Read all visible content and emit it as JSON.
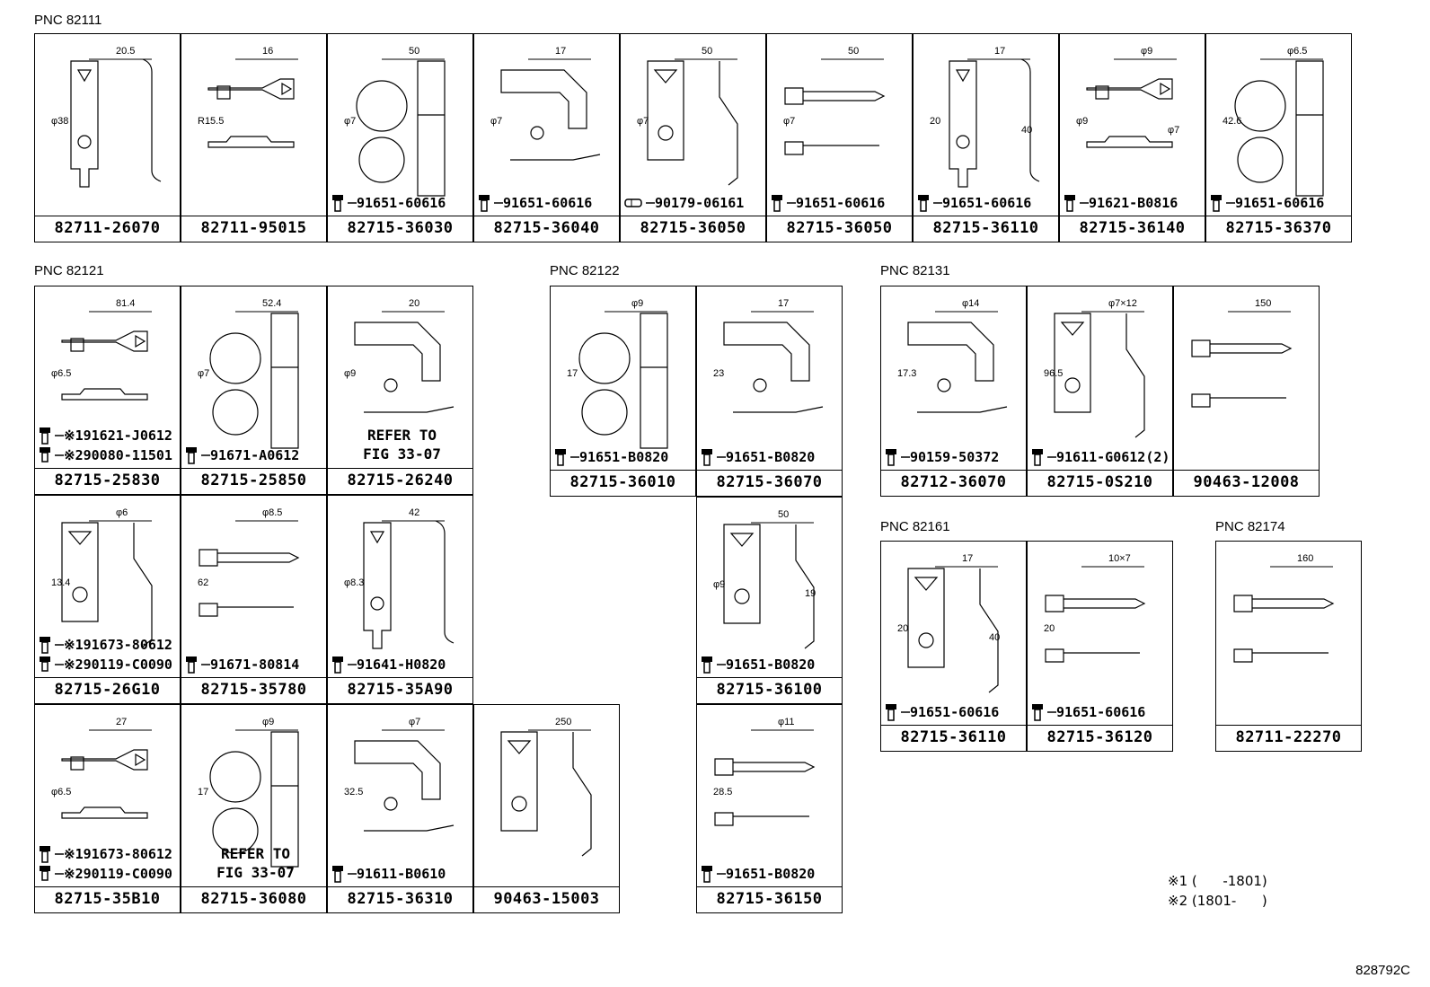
{
  "groups": [
    {
      "pnc": "PNC 82111",
      "cells": [
        {
          "part": "82711-26070",
          "dims": [
            "20.5",
            "φ38"
          ]
        },
        {
          "part": "82711-95015",
          "dims": [
            "16",
            "R15.5"
          ]
        },
        {
          "part": "82715-36030",
          "dims": [
            "50",
            "φ7"
          ],
          "fasteners": [
            {
              "text": "91651-60616",
              "icon": "bolt"
            }
          ]
        },
        {
          "part": "82715-36040",
          "dims": [
            "17",
            "φ7"
          ],
          "fasteners": [
            {
              "text": "91651-60616",
              "icon": "bolt"
            }
          ]
        },
        {
          "part": "82715-36050",
          "dims": [
            "50",
            "φ7"
          ],
          "fasteners": [
            {
              "text": "90179-06161",
              "icon": "nut"
            }
          ]
        },
        {
          "part": "82715-36050",
          "dims": [
            "50",
            "φ7"
          ],
          "fasteners": [
            {
              "text": "91651-60616",
              "icon": "bolt"
            }
          ]
        },
        {
          "part": "82715-36110",
          "dims": [
            "17",
            "20",
            "40"
          ],
          "fasteners": [
            {
              "text": "91651-60616",
              "icon": "bolt"
            }
          ]
        },
        {
          "part": "82715-36140",
          "dims": [
            "φ9",
            "φ9",
            "φ7"
          ],
          "fasteners": [
            {
              "text": "91621-B0816",
              "icon": "bolt"
            }
          ]
        },
        {
          "part": "82715-36370",
          "dims": [
            "φ6.5",
            "42.6"
          ],
          "fasteners": [
            {
              "text": "91651-60616",
              "icon": "bolt"
            }
          ]
        }
      ]
    },
    {
      "pnc": "PNC 82121",
      "cells": [
        {
          "part": "82715-25830",
          "dims": [
            "81.4",
            "φ6.5"
          ],
          "fasteners": [
            {
              "text": "※191621-J0612",
              "icon": "bolt"
            },
            {
              "text": "※290080-11501",
              "icon": "bolt-small"
            }
          ]
        },
        {
          "part": "82715-25850",
          "dims": [
            "52.4",
            "φ7"
          ],
          "fasteners": [
            {
              "text": "91671-A0612",
              "icon": "bolt"
            }
          ]
        },
        {
          "part": "82715-26240",
          "dims": [
            "20",
            "φ9"
          ],
          "refer": [
            "REFER TO",
            "FIG 33-07"
          ]
        },
        {
          "part": "82715-26G10",
          "dims": [
            "φ6",
            "13.4"
          ],
          "fasteners": [
            {
              "text": "※191673-80612",
              "icon": "bolt"
            },
            {
              "text": "※290119-C0090",
              "icon": "bolt-small"
            }
          ]
        },
        {
          "part": "82715-35780",
          "dims": [
            "φ8.5",
            "62"
          ],
          "fasteners": [
            {
              "text": "91671-80814",
              "icon": "bolt"
            }
          ]
        },
        {
          "part": "82715-35A90",
          "dims": [
            "42",
            "φ8.3"
          ],
          "fasteners": [
            {
              "text": "91641-H0820",
              "icon": "bolt"
            }
          ]
        },
        {
          "part": "82715-35B10",
          "dims": [
            "27",
            "φ6.5"
          ],
          "fasteners": [
            {
              "text": "※191673-80612",
              "icon": "bolt"
            },
            {
              "text": "※290119-C0090",
              "icon": "bolt-small"
            }
          ]
        },
        {
          "part": "82715-36080",
          "dims": [
            "φ9",
            "17"
          ],
          "refer": [
            "REFER TO",
            "FIG 33-07"
          ]
        },
        {
          "part": "82715-36310",
          "dims": [
            "φ7",
            "32.5"
          ],
          "fasteners": [
            {
              "text": "91611-B0610",
              "icon": "bolt"
            }
          ]
        },
        {
          "part": "90463-15003",
          "dims": [
            "250"
          ]
        }
      ]
    },
    {
      "pnc": "PNC 82122",
      "cells": [
        {
          "part": "82715-36010",
          "dims": [
            "φ9",
            "17"
          ],
          "fasteners": [
            {
              "text": "91651-B0820",
              "icon": "bolt"
            }
          ]
        },
        {
          "part": "82715-36070",
          "dims": [
            "17",
            "23"
          ],
          "fasteners": [
            {
              "text": "91651-B0820",
              "icon": "bolt"
            }
          ]
        },
        {
          "part": "82715-36100",
          "dims": [
            "50",
            "φ9",
            "19"
          ],
          "fasteners": [
            {
              "text": "91651-B0820",
              "icon": "bolt"
            }
          ]
        },
        {
          "part": "82715-36150",
          "dims": [
            "φ11",
            "28.5"
          ],
          "fasteners": [
            {
              "text": "91651-B0820",
              "icon": "bolt"
            }
          ]
        }
      ]
    },
    {
      "pnc": "PNC 82131",
      "cells": [
        {
          "part": "82712-36070",
          "dims": [
            "φ14",
            "17.3"
          ],
          "fasteners": [
            {
              "text": "90159-50372",
              "icon": "bolt"
            }
          ]
        },
        {
          "part": "82715-0S210",
          "dims": [
            "φ7×12",
            "96.5"
          ],
          "fasteners": [
            {
              "text": "91611-G0612(2)",
              "icon": "bolt"
            }
          ]
        },
        {
          "part": "90463-12008",
          "dims": [
            "150"
          ]
        }
      ]
    },
    {
      "pnc": "PNC 82161",
      "cells": [
        {
          "part": "82715-36110",
          "dims": [
            "17",
            "20",
            "40"
          ],
          "fasteners": [
            {
              "text": "91651-60616",
              "icon": "bolt"
            }
          ]
        },
        {
          "part": "82715-36120",
          "dims": [
            "10×7",
            "20"
          ],
          "fasteners": [
            {
              "text": "91651-60616",
              "icon": "bolt"
            }
          ]
        }
      ]
    },
    {
      "pnc": "PNC 82174",
      "cells": [
        {
          "part": "82711-22270",
          "dims": [
            "160"
          ]
        }
      ]
    }
  ],
  "notes": [
    "※1 (      -1801)",
    "※2 (1801-      )"
  ],
  "figure_code": "828792C"
}
